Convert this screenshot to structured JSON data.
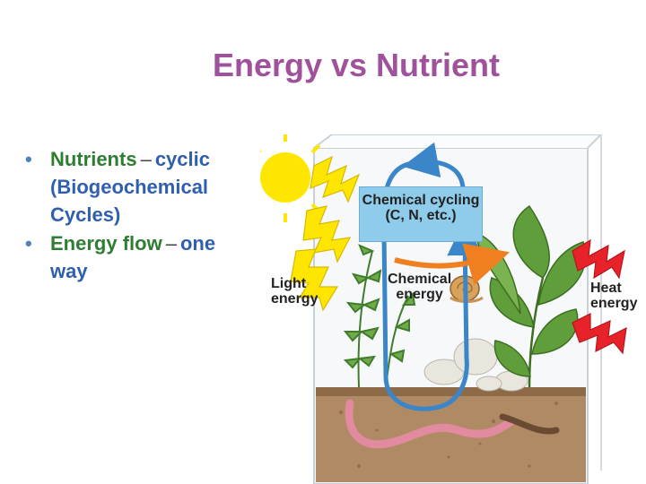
{
  "slide": {
    "title": "Energy vs Nutrient",
    "bullets": [
      {
        "term": "Nutrients",
        "dash": "–",
        "value": "cyclic",
        "extra": "(Biogeochemical Cycles)"
      },
      {
        "term": "Energy flow",
        "dash": "–",
        "value": "one way",
        "extra": ""
      }
    ]
  },
  "diagram": {
    "light_label": "Light\nenergy",
    "cycle_label": "Chemical cycling\n(C, N, etc.)",
    "chem_label": "Chemical\nenergy",
    "heat_label": "Heat\nenergy"
  },
  "colors": {
    "title": "#a0519b",
    "bullet_term": "#2e7d32",
    "bullet_value": "#2f5fae",
    "sun": "#ffe600",
    "cycle_arrow": "#3a86c8",
    "energy_arrow": "#f07f20",
    "heat": "#e8222a"
  }
}
